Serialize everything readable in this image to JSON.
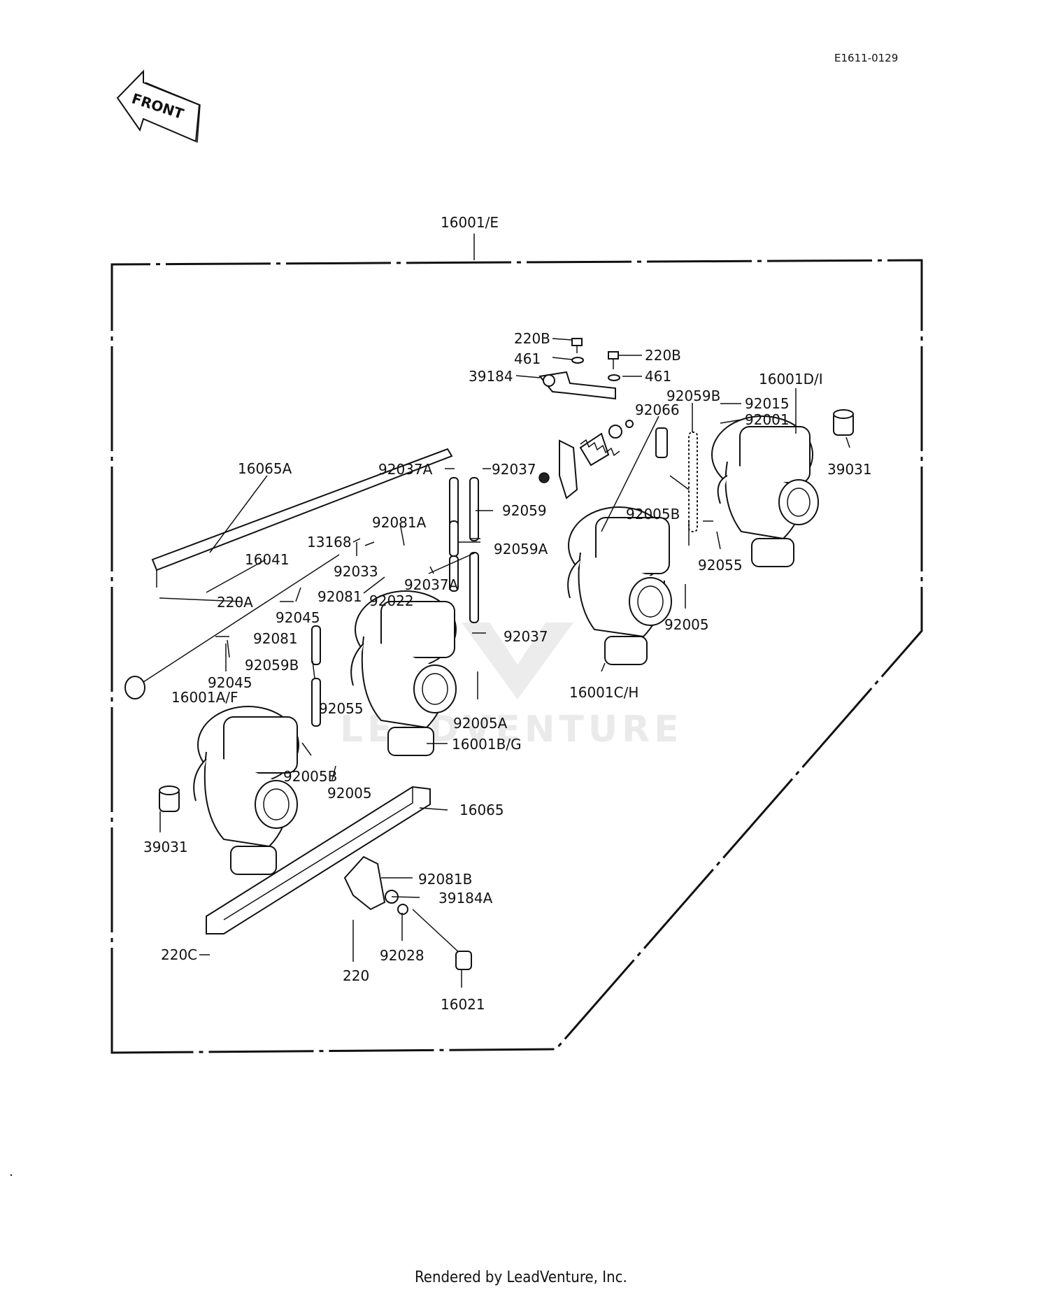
{
  "diagram_code": "E1611-0129",
  "front_arrow_label": "FRONT",
  "watermark": "LEADVENTURE",
  "footer": "Rendered by LeadVenture, Inc.",
  "assembly_label": "16001/E",
  "callouts": [
    {
      "id": "c-220b-1",
      "text": "220B"
    },
    {
      "id": "c-461-1",
      "text": "461"
    },
    {
      "id": "c-220b-2",
      "text": "220B"
    },
    {
      "id": "c-461-2",
      "text": "461"
    },
    {
      "id": "c-39184",
      "text": "39184"
    },
    {
      "id": "c-92059b-top",
      "text": "92059B"
    },
    {
      "id": "c-16001di",
      "text": "16001D/I"
    },
    {
      "id": "c-92066",
      "text": "92066"
    },
    {
      "id": "c-92015",
      "text": "92015"
    },
    {
      "id": "c-92001",
      "text": "92001"
    },
    {
      "id": "c-39031-r",
      "text": "39031"
    },
    {
      "id": "c-16065a",
      "text": "16065A"
    },
    {
      "id": "c-92037a-top",
      "text": "92037A"
    },
    {
      "id": "c-92037-top",
      "text": "92037"
    },
    {
      "id": "c-92059",
      "text": "92059"
    },
    {
      "id": "c-92081a",
      "text": "92081A"
    },
    {
      "id": "c-13168",
      "text": "13168"
    },
    {
      "id": "c-92005b-r",
      "text": "92005B"
    },
    {
      "id": "c-92059a",
      "text": "92059A"
    },
    {
      "id": "c-16041",
      "text": "16041"
    },
    {
      "id": "c-92033",
      "text": "92033"
    },
    {
      "id": "c-92055-r",
      "text": "92055"
    },
    {
      "id": "c-220a",
      "text": "220A"
    },
    {
      "id": "c-92037a-mid",
      "text": "92037A"
    },
    {
      "id": "c-92081-1",
      "text": "92081"
    },
    {
      "id": "c-92022",
      "text": "92022"
    },
    {
      "id": "c-92045-1",
      "text": "92045"
    },
    {
      "id": "c-92005-r",
      "text": "92005"
    },
    {
      "id": "c-92037-mid",
      "text": "92037"
    },
    {
      "id": "c-92081-2",
      "text": "92081"
    },
    {
      "id": "c-92059b-mid",
      "text": "92059B"
    },
    {
      "id": "c-92045-2",
      "text": "92045"
    },
    {
      "id": "c-16001ch",
      "text": "16001C/H"
    },
    {
      "id": "c-16001af",
      "text": "16001A/F"
    },
    {
      "id": "c-92055-l",
      "text": "92055"
    },
    {
      "id": "c-92005a",
      "text": "92005A"
    },
    {
      "id": "c-16001bg",
      "text": "16001B/G"
    },
    {
      "id": "c-92005b-l",
      "text": "92005B"
    },
    {
      "id": "c-92005-l",
      "text": "92005"
    },
    {
      "id": "c-16065",
      "text": "16065"
    },
    {
      "id": "c-39031-l",
      "text": "39031"
    },
    {
      "id": "c-92081b",
      "text": "92081B"
    },
    {
      "id": "c-39184a",
      "text": "39184A"
    },
    {
      "id": "c-220c",
      "text": "220C"
    },
    {
      "id": "c-92028",
      "text": "92028"
    },
    {
      "id": "c-220",
      "text": "220"
    },
    {
      "id": "c-16021",
      "text": "16021"
    }
  ]
}
